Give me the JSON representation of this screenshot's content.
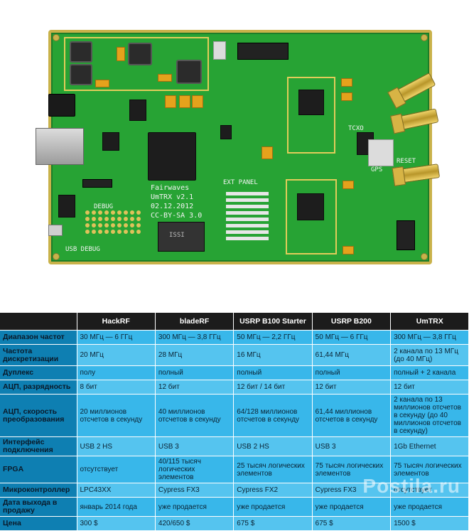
{
  "board": {
    "brand": "Fairwaves",
    "model": "UmTRX v2.1",
    "date": "02.12.2012",
    "license": "CC-BY-SA 3.0",
    "chip_mark": "ISSI",
    "labels": [
      "TCXO",
      "EXT PANEL",
      "USB DEBUG",
      "GPS",
      "RESET",
      "DEBUG"
    ]
  },
  "table": {
    "header": [
      "",
      "HackRF",
      "bladeRF",
      "USRP B100 Starter",
      "USRP B200",
      "UmTRX"
    ],
    "rows": [
      {
        "label": "Диапазон частот",
        "cells": [
          "30 МГц — 6 ГГц",
          "300 МГц — 3,8 ГГц",
          "50 МГц — 2,2 ГГц",
          "50 МГц — 6 ГГц",
          "300 МГц — 3,8 ГГц"
        ]
      },
      {
        "label": "Частота дискретизации",
        "cells": [
          "20 МГц",
          "28 МГц",
          "16 МГц",
          "61,44 МГц",
          "2 канала по 13 МГц (до 40 МГц)"
        ]
      },
      {
        "label": "Дуплекс",
        "cells": [
          "полу",
          "полный",
          "полный",
          "полный",
          "полный + 2 канала"
        ]
      },
      {
        "label": "АЦП, разрядность",
        "cells": [
          "8 бит",
          "12 бит",
          "12 бит / 14 бит",
          "12 бит",
          "12 бит"
        ]
      },
      {
        "label": "АЦП, скорость преобразования",
        "cells": [
          "20 миллионов отсчетов в секунду",
          "40 миллионов отсчетов в секунду",
          "64/128 миллионов отсчетов в секунду",
          "61,44 миллионов отсчетов в секунду",
          "2 канала по 13 миллионов отсчетов в секунду (до 40 миллионов отсчетов в секунду)"
        ]
      },
      {
        "label": "Интерфейс подключения",
        "cells": [
          "USB 2 HS",
          "USB 3",
          "USB 2 HS",
          "USB 3",
          "1Gb Ethernet"
        ]
      },
      {
        "label": "FPGA",
        "cells": [
          "отсутствует",
          "40/115 тысяч логических элементов",
          "25 тысяч логических элементов",
          "75 тысяч логических элементов",
          "75 тысяч логических элементов"
        ]
      },
      {
        "label": "Микроконтроллер",
        "cells": [
          "LPC43XX",
          "Cypress FX3",
          "Cypress FX2",
          "Cypress FX3",
          "отсутствует"
        ]
      },
      {
        "label": "Дата выхода в продажу",
        "cells": [
          "январь 2014 года",
          "уже продается",
          "уже продается",
          "уже продается",
          "уже продается"
        ]
      },
      {
        "label": "Цена",
        "cells": [
          "300 $",
          "420/650 $",
          "675 $",
          "675 $",
          "1500 $"
        ]
      }
    ]
  },
  "watermark": "Postila.ru",
  "colors": {
    "board": "#27a334",
    "header_bg": "#1c1c1c",
    "label_bg": "#0e7fb2",
    "cell_bg": "#38b7ea"
  }
}
